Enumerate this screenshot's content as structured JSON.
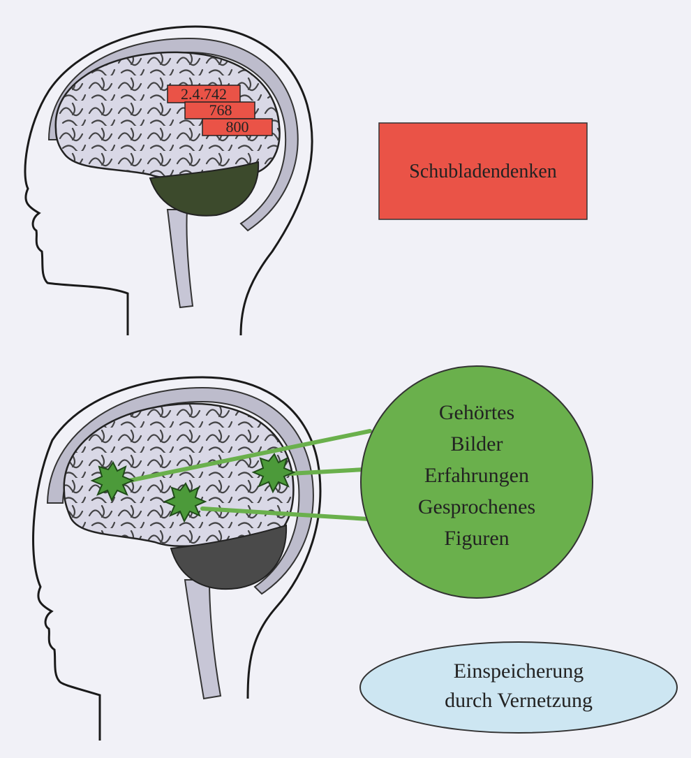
{
  "top_panel": {
    "drawers": [
      "2.4.742",
      "768",
      "800"
    ],
    "box_label": "Schubladendenken"
  },
  "bottom_panel": {
    "circle_items": [
      "Gehörtes",
      "Bilder",
      "Erfahrungen",
      "Gesprochenes",
      "Figuren"
    ],
    "oval_lines": [
      "Einspeicherung",
      "durch Vernetzung"
    ]
  },
  "colors": {
    "background": "#f1f1f7",
    "brain": "#d9d8e6",
    "cerebellum_top": "#3c4a2c",
    "cerebellum_bottom": "#4a4a4a",
    "drawer_red": "#ea5347",
    "box_red": "#ea5347",
    "green": "#6ab04c",
    "star_green": "#4c9a3a",
    "oval_blue": "#cde6f2"
  }
}
